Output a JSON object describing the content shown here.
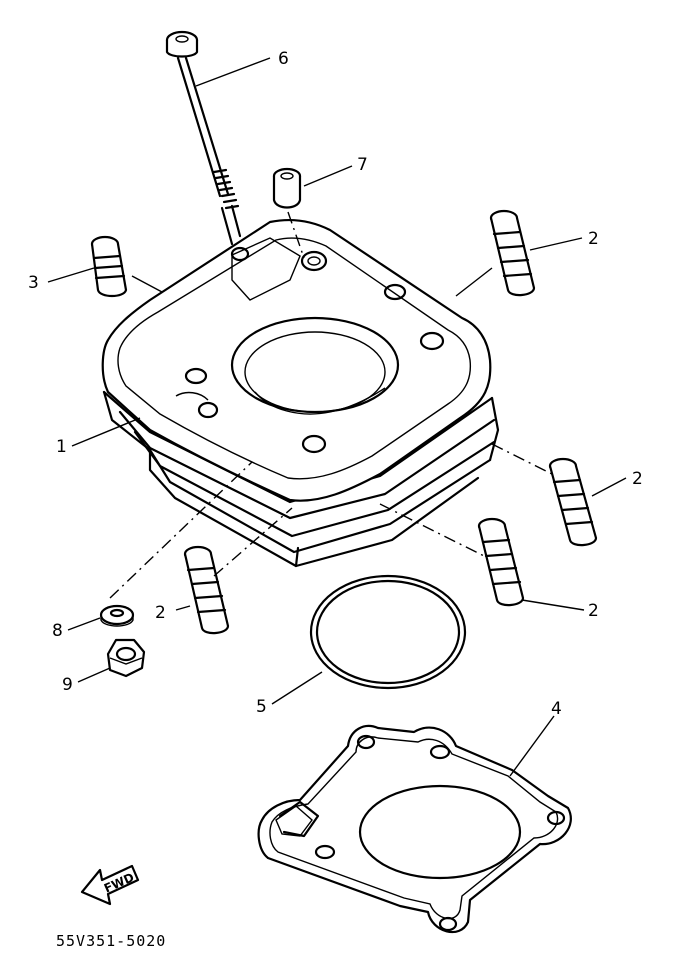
{
  "diagram": {
    "part_code": "55V351-5020",
    "direction_label": "FWD",
    "callouts": {
      "cylinder": "1",
      "dowel_pin_upper_left": "3",
      "dowel_pin_upper_right": "2",
      "dowel_pin_right": "2",
      "dowel_pin_lower_right": "2",
      "dowel_pin_lower_left": "2",
      "gasket": "4",
      "o_ring": "5",
      "bolt": "6",
      "sleeve": "7",
      "washer": "8",
      "nut": "9"
    }
  }
}
